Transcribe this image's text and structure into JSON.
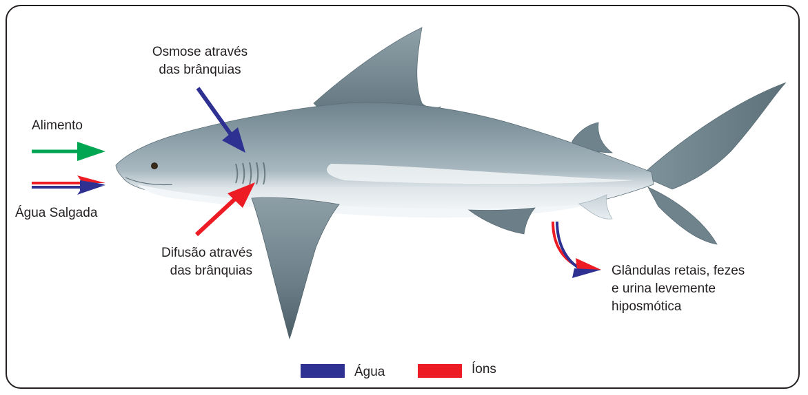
{
  "labels": {
    "osmose_line1": "Osmose através",
    "osmose_line2": "das brânquias",
    "alimento": "Alimento",
    "agua_salgada": "Água Salgada",
    "difusao_line1": "Difusão através",
    "difusao_line2": "das brânquias",
    "glandulas_line1": "Glândulas retais, fezes",
    "glandulas_line2": "e urina levemente",
    "glandulas_line3": "hiposmótica"
  },
  "legend": {
    "items": [
      {
        "label": "Água",
        "color": "#2e3192"
      },
      {
        "label": "Íons",
        "color": "#ed1c24"
      }
    ]
  },
  "colors": {
    "water": "#2e3192",
    "ions": "#ed1c24",
    "food": "#00a651",
    "shark_dark": "#5f7580",
    "shark_mid": "#8fa2ab",
    "shark_belly": "#eef2f5"
  }
}
